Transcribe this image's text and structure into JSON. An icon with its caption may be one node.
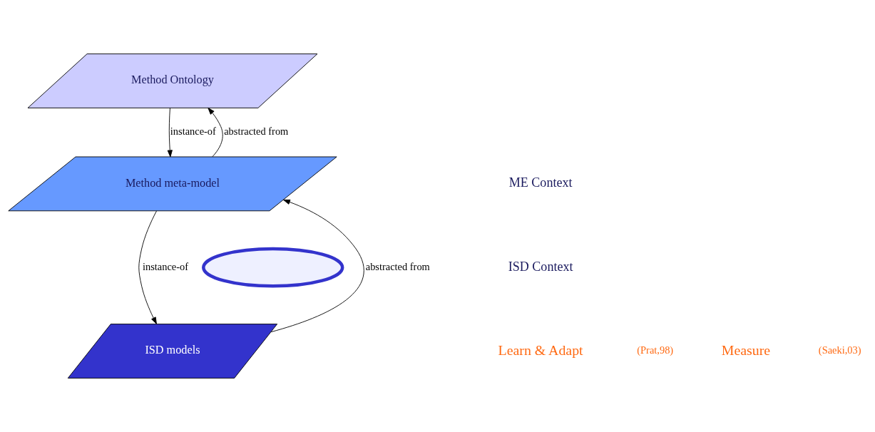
{
  "diagram": {
    "nodes": [
      {
        "text": [
          "Method Ontology"
        ]
      },
      {
        "text": [
          "Method meta-model"
        ]
      },
      {
        "text": [
          "ISD models"
        ]
      },
      {
        "text": [],
        "shape": "ellipse"
      }
    ],
    "edges": [
      {
        "from": 0,
        "to": 1,
        "arrow": "to",
        "label": "instance-of"
      },
      {
        "from": 1,
        "to": 0,
        "arrow": "to",
        "label": "abstracted from"
      },
      {
        "from": 1,
        "to": 2,
        "arrow": "to",
        "label": "instance-of"
      },
      {
        "from": 2,
        "to": 1,
        "arrow": "to",
        "label": "abstracted from"
      }
    ],
    "labels": [
      "ME Context",
      "ISD Context",
      "Learn & Adapt",
      "(Prat,98)",
      "Measure",
      "(Saeki,03)"
    ]
  }
}
